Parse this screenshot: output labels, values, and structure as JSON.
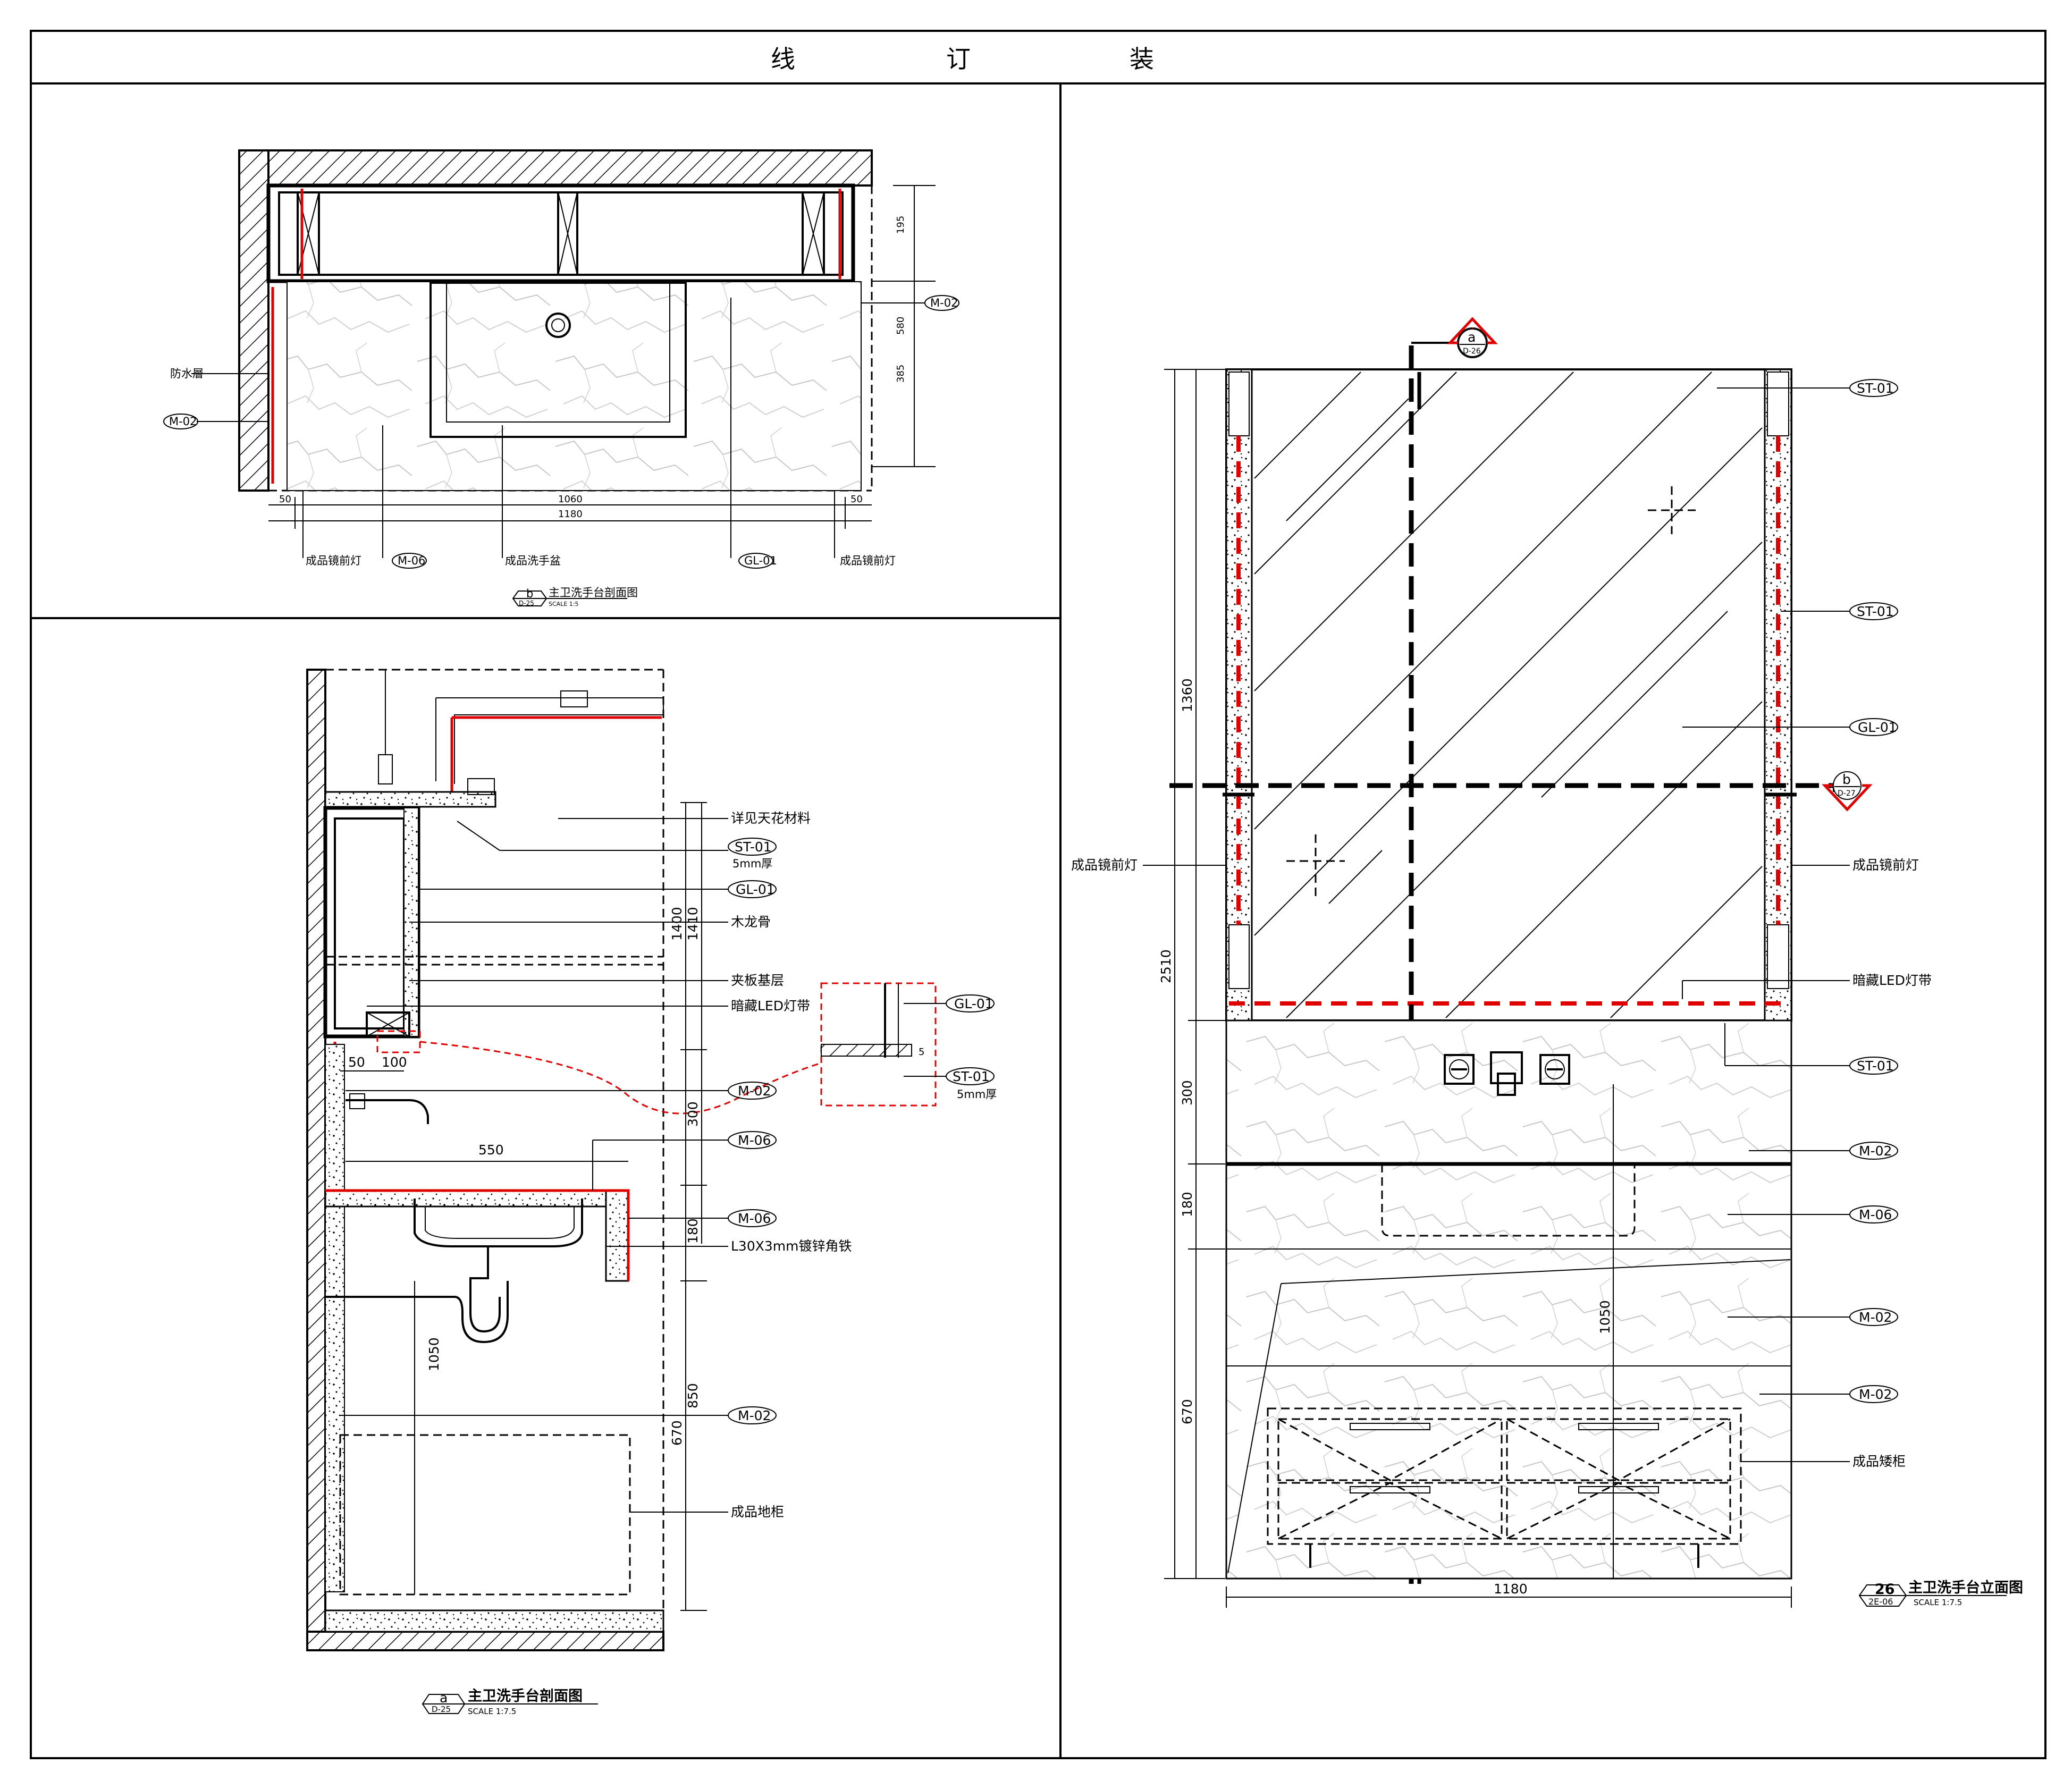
{
  "header": {
    "binding_chars": [
      "线",
      "订",
      "装"
    ]
  },
  "plan_b": {
    "dims": {
      "d195": "195",
      "d580": "580",
      "d385": "385",
      "d50a": "50",
      "d1060": "1060",
      "d50b": "50",
      "d1180": "1180"
    },
    "labels": {
      "waterproof": "防水層",
      "m02_left": "M-02",
      "m02_right": "M-02",
      "mirror_lamp_l": "成品镜前灯",
      "m06": "M-06",
      "basin": "成品洗手盆",
      "gl01": "GL-01",
      "mirror_lamp_r": "成品镜前灯"
    },
    "title": {
      "sym": "b",
      "sheet": "D-25",
      "name": "主卫洗手台剖面图",
      "scale": "SCALE 1:5"
    }
  },
  "section_a": {
    "labels": {
      "ceiling": "详见天花材料",
      "st01": "ST-01",
      "st01_note": "5mm厚",
      "gl01": "GL-01",
      "wood": "木龙骨",
      "plywood": "夹板基层",
      "led": "暗藏LED灯带",
      "m02_a": "M-02",
      "m06_a": "M-06",
      "m06_b": "M-06",
      "angle": "L30X3mm镀锌角铁",
      "m02_b": "M-02",
      "cabinet": "成品地柜"
    },
    "detail": {
      "gl01": "GL-01",
      "st01": "ST-01",
      "st01_note": "5mm厚",
      "d5": "5"
    },
    "dims": {
      "d1400": "1400",
      "d1410": "1410",
      "d300": "300",
      "d180": "180",
      "d850": "850",
      "d670": "670",
      "d1050": "1050",
      "d550": "550",
      "d50": "50",
      "d100": "100"
    },
    "title": {
      "sym": "a",
      "sheet": "D-25",
      "name": "主卫洗手台剖面图",
      "scale": "SCALE 1:7.5"
    }
  },
  "elevation_26": {
    "callout_a": {
      "sym": "a",
      "sheet": "D-26"
    },
    "callout_b": {
      "sym": "b",
      "sheet": "D-27"
    },
    "labels": {
      "st01_1": "ST-01",
      "st01_2": "ST-01",
      "gl01": "GL-01",
      "lamp_l": "成品镜前灯",
      "lamp_r": "成品镜前灯",
      "led": "暗藏LED灯带",
      "st01_3": "ST-01",
      "m02_1": "M-02",
      "m06": "M-06",
      "m02_2": "M-02",
      "m02_3": "M-02",
      "cabinet": "成品矮柜"
    },
    "dims": {
      "d1360": "1360",
      "d2510": "2510",
      "d300": "300",
      "d180": "180",
      "d670": "670",
      "d1050": "1050",
      "d1180": "1180"
    },
    "title": {
      "sym": "26",
      "sheet": "2E-06",
      "name": "主卫洗手台立面图",
      "scale": "SCALE 1:7.5"
    }
  },
  "colors": {
    "accent_red": "#e00000",
    "line": "#000000",
    "background": "#ffffff"
  }
}
